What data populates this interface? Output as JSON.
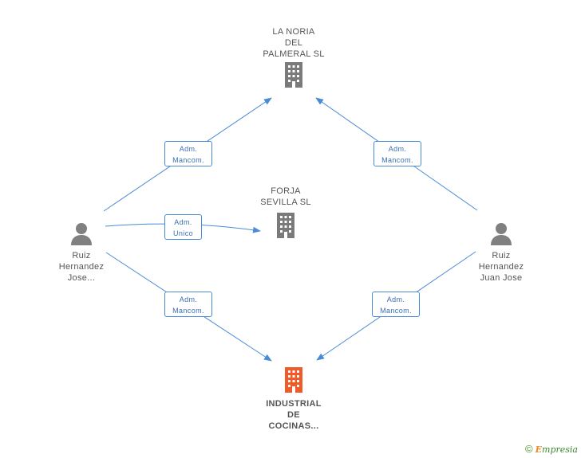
{
  "nodes": {
    "noria": {
      "label": "LA NORIA\nDEL\nPALMERAL SL",
      "type": "company"
    },
    "forja": {
      "label": "FORJA\nSEVILLA  SL",
      "type": "company"
    },
    "industrial": {
      "label": "INDUSTRIAL\nDE\nCOCINAS...",
      "type": "company-primary"
    },
    "ruiz_jose": {
      "label": "Ruiz\nHernandez\nJose...",
      "type": "person"
    },
    "ruiz_juan": {
      "label": "Ruiz\nHernandez\nJuan Jose",
      "type": "person"
    }
  },
  "edges": [
    {
      "from": "ruiz_jose",
      "to": "noria",
      "label": "Adm.\nMancom."
    },
    {
      "from": "ruiz_jose",
      "to": "forja",
      "label": "Adm.\nUnico"
    },
    {
      "from": "ruiz_jose",
      "to": "industrial",
      "label": "Adm.\nMancom."
    },
    {
      "from": "ruiz_juan",
      "to": "noria",
      "label": "Adm.\nMancom."
    },
    {
      "from": "ruiz_juan",
      "to": "industrial",
      "label": "Adm.\nMancom."
    }
  ],
  "footer": {
    "copyright": "©",
    "brand_first": "E",
    "brand_rest": "mpresia"
  },
  "colors": {
    "edge": "#4a8bd6",
    "company": "#7a7a7a",
    "primary": "#f05a28",
    "person": "#808080",
    "brand": "#3a8a2a"
  },
  "icons": {
    "company": "building-icon",
    "person": "person-icon"
  }
}
